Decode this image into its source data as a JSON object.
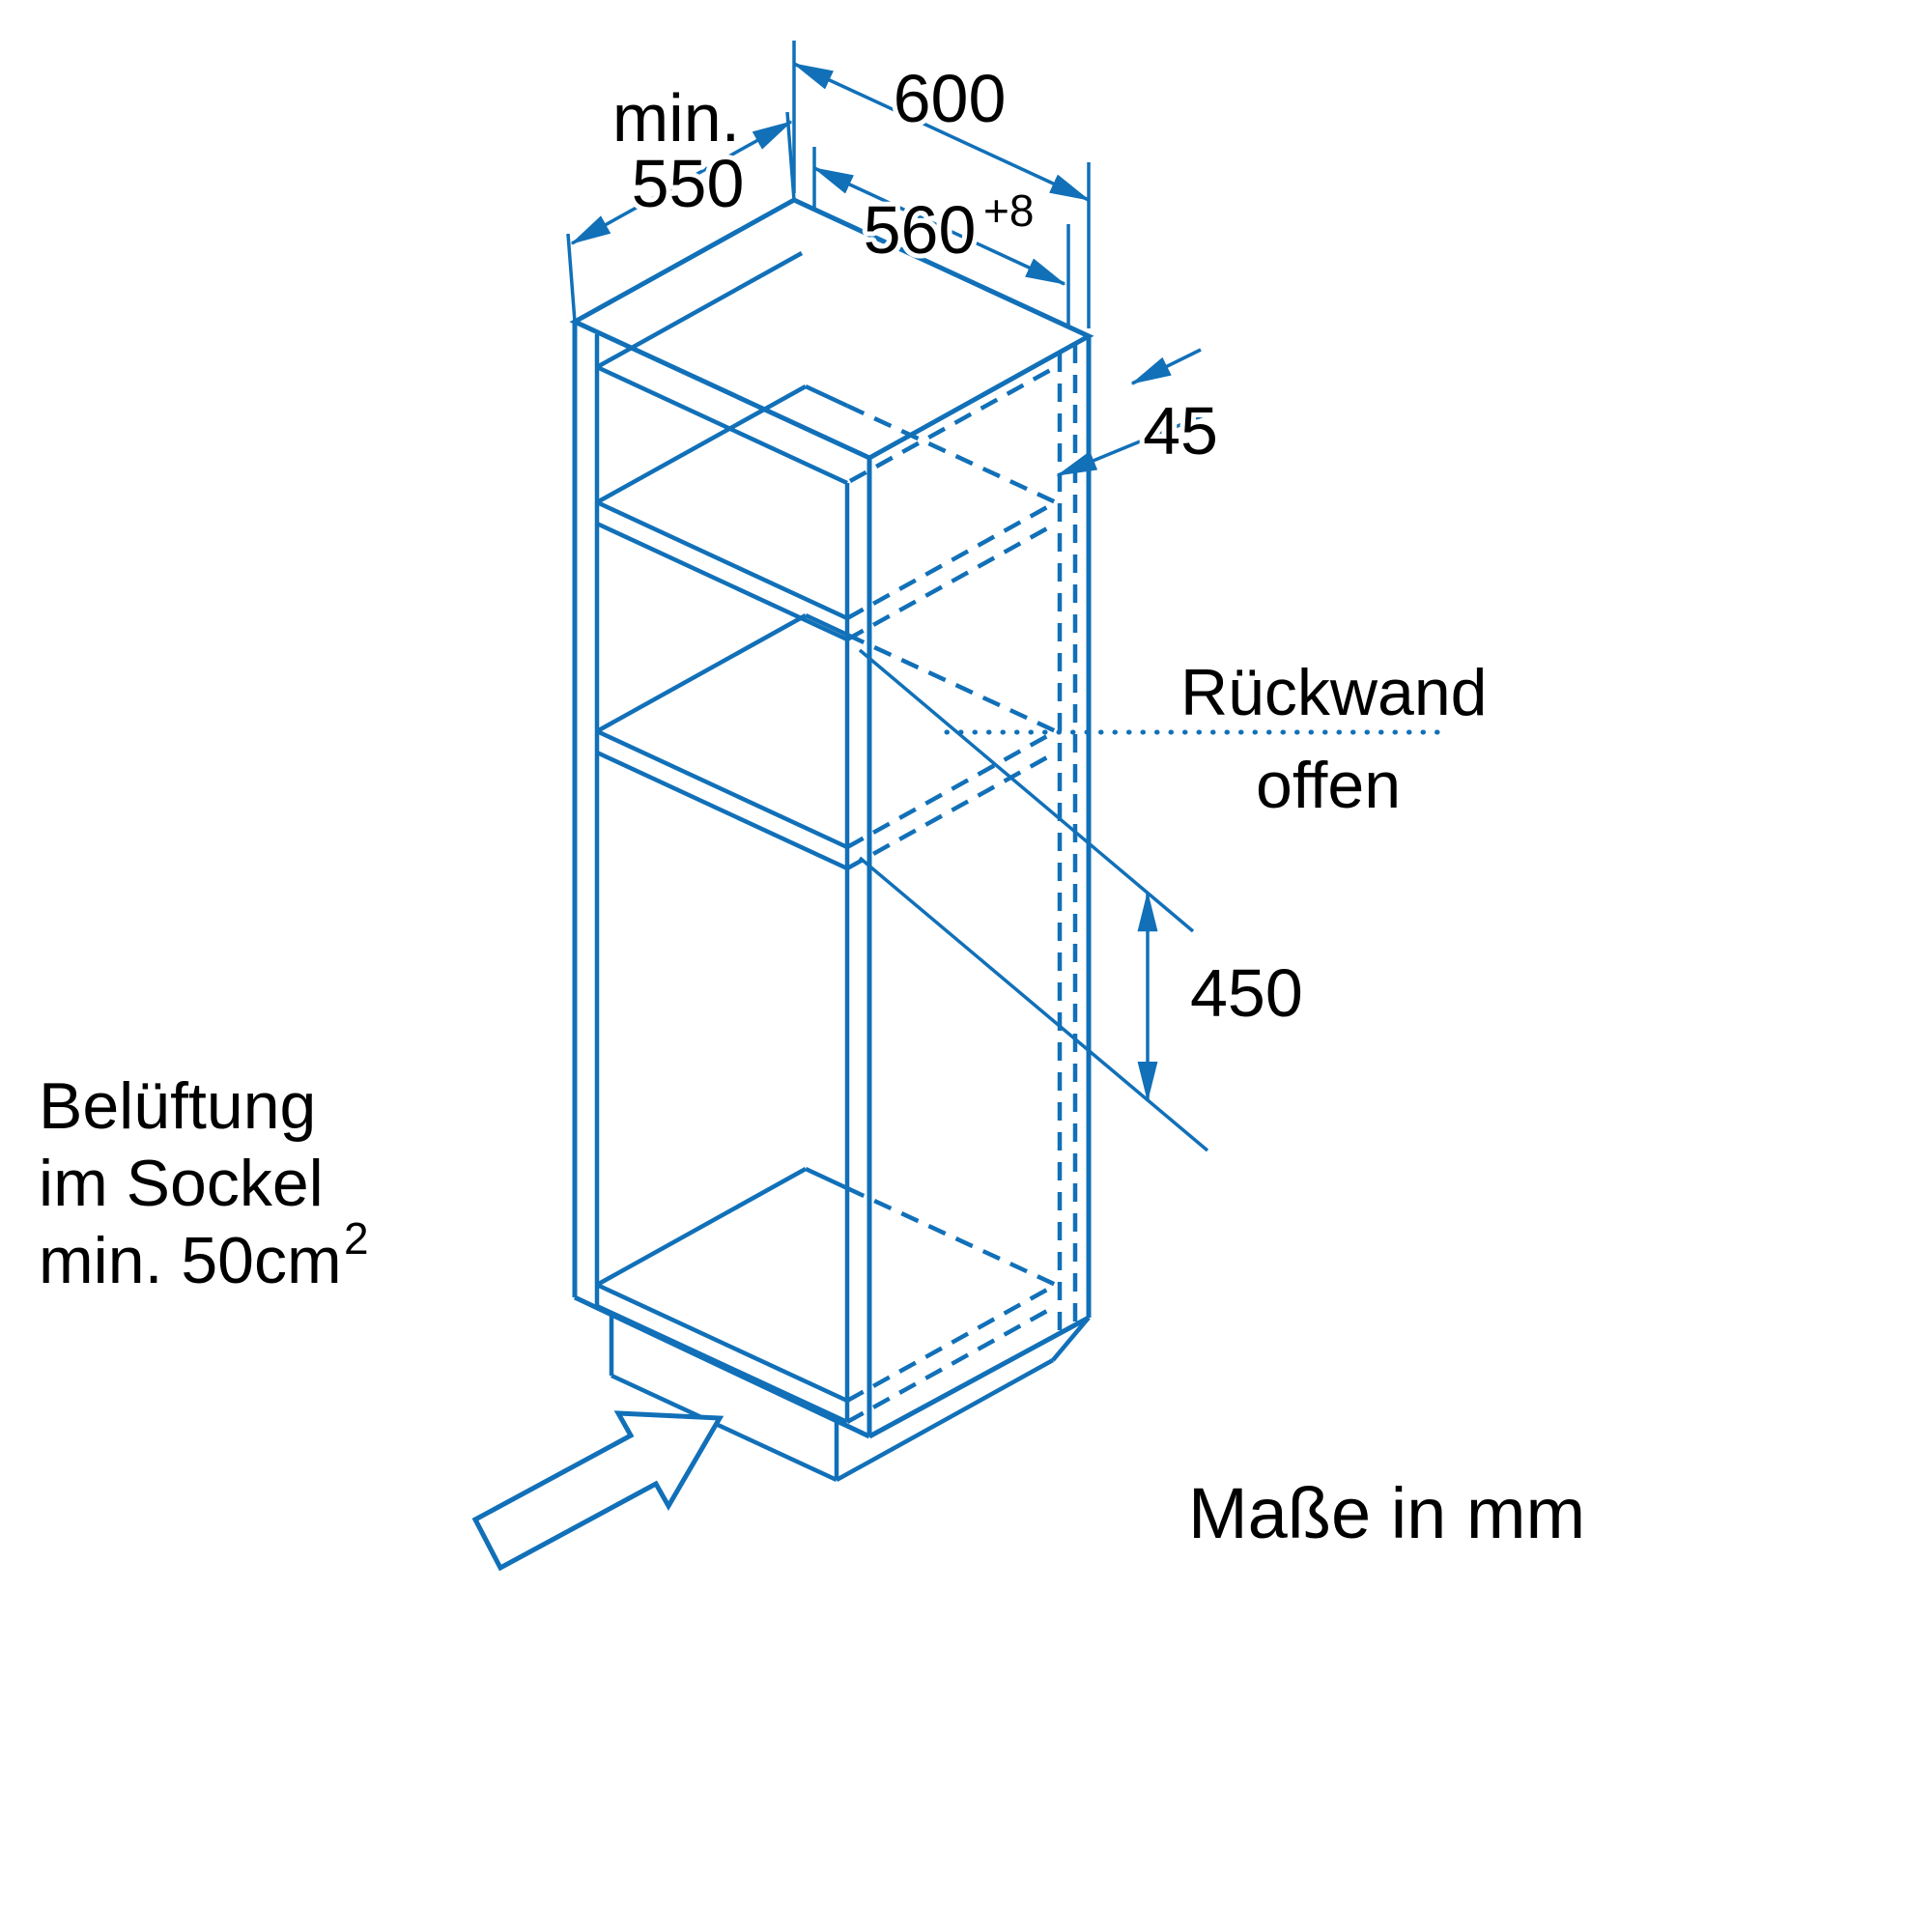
{
  "diagram": {
    "colors": {
      "line": "#1170B8",
      "text": "#000000",
      "background": "#FFFFFF"
    },
    "dimensions": {
      "depth_min_label": "min.",
      "depth_min_value": "550",
      "outer_width": "600",
      "niche_width": "560",
      "niche_width_tolerance": "+8",
      "back_strip": "45",
      "niche_height": "450"
    },
    "labels": {
      "back_panel_line1": "Rückwand",
      "back_panel_line2": "offen",
      "ventilation_line1": "Belüftung",
      "ventilation_line2": "im Sockel",
      "ventilation_line3": "min. 50cm",
      "ventilation_superscript": "2",
      "units_note": "Maße in mm"
    }
  }
}
